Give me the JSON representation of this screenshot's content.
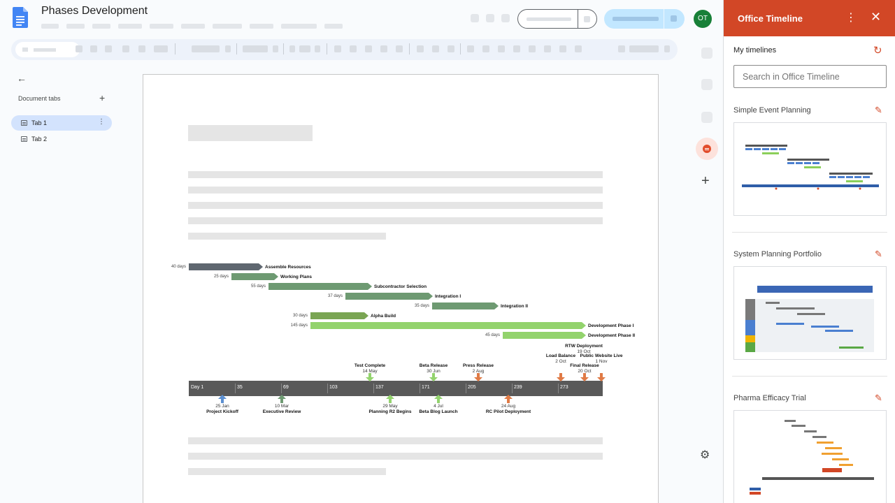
{
  "document": {
    "title": "Phases Development",
    "avatar_initials": "OT",
    "tabs_header": "Document tabs",
    "tabs": [
      {
        "label": "Tab 1",
        "active": true
      },
      {
        "label": "Tab 2",
        "active": false
      }
    ]
  },
  "timeline": {
    "tasks": [
      {
        "duration": "40 days",
        "name": "Assemble Resources",
        "color": "#5f6770"
      },
      {
        "duration": "25 days",
        "name": "Working Plans",
        "color": "#6e9a72"
      },
      {
        "duration": "55 days",
        "name": "Subcontractor Selection",
        "color": "#6e9a72"
      },
      {
        "duration": "37 days",
        "name": "Integration I",
        "color": "#6e9a72"
      },
      {
        "duration": "35 days",
        "name": "Integration II",
        "color": "#6e9a72"
      },
      {
        "duration": "30 days",
        "name": "Alpha Build",
        "color": "#7aa553"
      },
      {
        "duration": "145 days",
        "name": "Development Phase I",
        "color": "#93d36d"
      },
      {
        "duration": "45 days",
        "name": "Development Phase II",
        "color": "#93d36d"
      }
    ],
    "ticks": [
      "Day 1",
      "35",
      "69",
      "103",
      "137",
      "171",
      "205",
      "239",
      "273"
    ],
    "milestones_above": [
      {
        "name": "Test Complete",
        "date": "14 May",
        "color": "#93d36d"
      },
      {
        "name": "Beta Release",
        "date": "30 Jun",
        "color": "#93d36d"
      },
      {
        "name": "Press Release",
        "date": "2 Aug",
        "color": "#e07a45"
      },
      {
        "name": "Load Balance",
        "date": "2 Oct",
        "color": "#e07a45"
      },
      {
        "name": "RTW Deployment",
        "date": "19 Oct",
        "color": "#e07a45"
      },
      {
        "name": "Final Release",
        "date": "20 Oct",
        "color": "#e07a45"
      },
      {
        "name": "Public Website Live",
        "date": "1 Nov",
        "color": "#e07a45"
      }
    ],
    "milestones_below": [
      {
        "name": "Project Kickoff",
        "date": "25 Jan",
        "color": "#5b8fd1"
      },
      {
        "name": "Executive Review",
        "date": "10 Mar",
        "color": "#6e9a72"
      },
      {
        "name": "Planning R2 Begins",
        "date": "29 May",
        "color": "#93d36d"
      },
      {
        "name": "Beta Blog Launch",
        "date": "4 Jul",
        "color": "#93d36d"
      },
      {
        "name": "RC Pilot Deployment",
        "date": "24 Aug",
        "color": "#e07a45"
      }
    ]
  },
  "panel": {
    "title": "Office Timeline",
    "section_label": "My timelines",
    "search_placeholder": "Search in Office Timeline",
    "cards": [
      {
        "title": "Simple Event Planning"
      },
      {
        "title": "System Planning Portfolio"
      },
      {
        "title": "Pharma Efficacy Trial"
      }
    ]
  },
  "colors": {
    "brand": "#d24726",
    "axis": "#595959",
    "share": "#c2e7ff",
    "avatar": "#188038"
  }
}
